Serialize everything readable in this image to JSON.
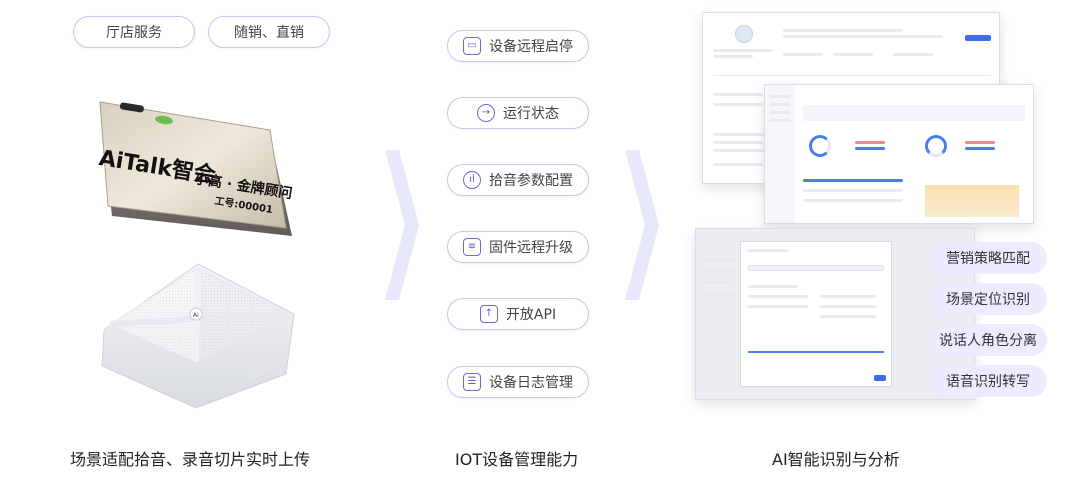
{
  "top_pills": [
    "厅店服务",
    "随销、直销"
  ],
  "device": {
    "brand": "AiTalk智会",
    "title": "小高 · 金牌顾问",
    "id": "工号:00001"
  },
  "iot_items": [
    {
      "label": "设备远程启停",
      "icon": "screen-icon"
    },
    {
      "label": "运行状态",
      "icon": "arrow-circle-icon"
    },
    {
      "label": "拾音参数配置",
      "icon": "waveform-icon"
    },
    {
      "label": "固件远程升级",
      "icon": "toggle-icon"
    },
    {
      "label": "开放API",
      "icon": "upload-icon"
    },
    {
      "label": "设备日志管理",
      "icon": "document-icon"
    }
  ],
  "ai_tags": [
    "营销策略匹配",
    "场景定位识别",
    "说话人角色分离",
    "语音识别转写"
  ],
  "captions": {
    "left": "场景适配拾音、录音切片实时上传",
    "middle": "IOT设备管理能力",
    "right": "AI智能识别与分析"
  },
  "colors": {
    "accent": "#5a5acf",
    "pill_border": "#c9c6ea",
    "tag_bg": "#ecebff",
    "chevron": "#e7e8fb"
  }
}
